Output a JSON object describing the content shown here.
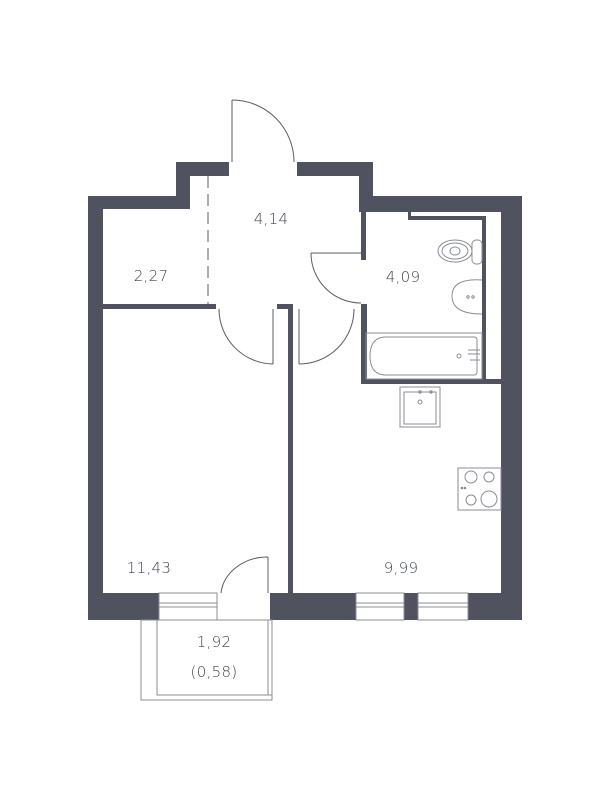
{
  "colors": {
    "wall": "#50535f",
    "fixture_line": "#8a8d96",
    "door_line": "#5a5d66",
    "text": "#3f444f",
    "background": "#ffffff"
  },
  "rooms": [
    {
      "id": "wardrobe",
      "area": "2,27"
    },
    {
      "id": "hallway",
      "area": "4,14"
    },
    {
      "id": "bathroom",
      "area": "4,09"
    },
    {
      "id": "bedroom",
      "area": "11,43"
    },
    {
      "id": "kitchen",
      "area": "9,99"
    },
    {
      "id": "balcony",
      "area": "1,92",
      "reduced_area": "(0,58)"
    }
  ],
  "fixtures": [
    "toilet-icon",
    "sink-icon",
    "bathtub-icon",
    "kitchen-sink-icon",
    "cooktop-icon"
  ]
}
